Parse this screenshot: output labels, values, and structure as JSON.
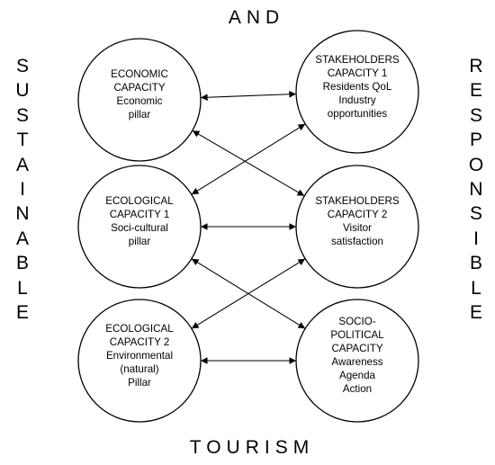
{
  "top_word": "AND",
  "bottom_word": "TOURISM",
  "left_word": "SUSTAINABLE",
  "right_word": "RESPONSIBLE",
  "circles": [
    {
      "id": "economic",
      "lines": [
        "ECONOMIC",
        "CAPACITY",
        "Economic",
        "pillar"
      ]
    },
    {
      "id": "ecological-1",
      "lines": [
        "ECOLOGICAL",
        "CAPACITY 1",
        "Soci-cultural",
        "pillar"
      ]
    },
    {
      "id": "ecological-2",
      "lines": [
        "ECOLOGICAL",
        "CAPACITY 2",
        "Environmental",
        "(natural)",
        "Pillar"
      ]
    },
    {
      "id": "stakeholders-1",
      "lines": [
        "STAKEHOLDERS",
        "CAPACITY 1",
        "Residents QoL",
        "Industry",
        "opportunities"
      ]
    },
    {
      "id": "stakeholders-2",
      "lines": [
        "STAKEHOLDERS",
        "CAPACITY 2",
        "Visitor",
        "satisfaction"
      ]
    },
    {
      "id": "socio-political",
      "lines": [
        "SOCIO-",
        "POLITICAL",
        "CAPACITY",
        "Awareness",
        "Agenda",
        "Action"
      ]
    }
  ],
  "connections": [
    {
      "from": "economic",
      "to": "stakeholders-1"
    },
    {
      "from": "economic",
      "to": "stakeholders-2"
    },
    {
      "from": "ecological-1",
      "to": "stakeholders-1"
    },
    {
      "from": "ecological-1",
      "to": "stakeholders-2"
    },
    {
      "from": "ecological-1",
      "to": "socio-political"
    },
    {
      "from": "ecological-2",
      "to": "stakeholders-2"
    },
    {
      "from": "ecological-2",
      "to": "socio-political"
    }
  ]
}
